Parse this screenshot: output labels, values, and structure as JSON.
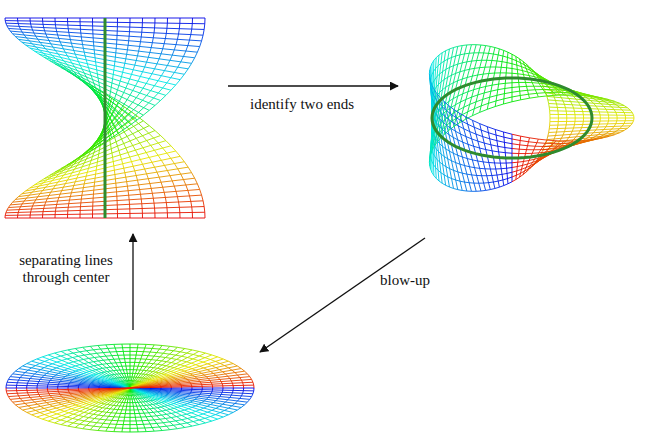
{
  "diagram": {
    "labels": [
      "identify two ends",
      "blow-up",
      "separating lines through center"
    ]
  }
}
